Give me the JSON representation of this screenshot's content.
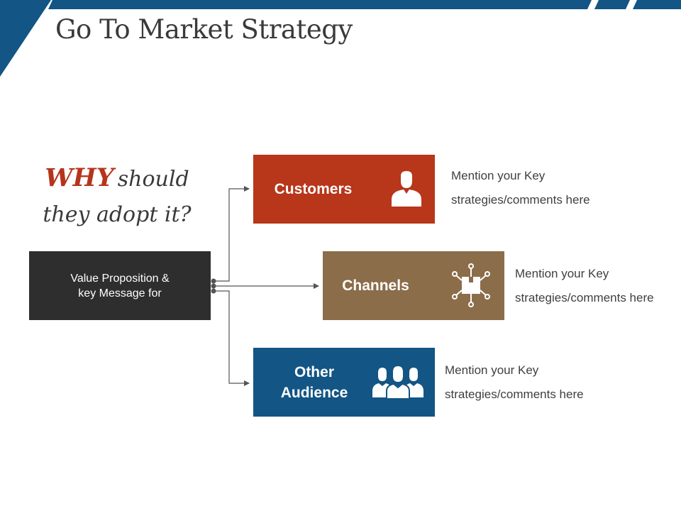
{
  "slide": {
    "title": "Go To Market Strategy"
  },
  "why": {
    "emphasis": "WHY",
    "rest_line1": "should",
    "line2": "they adopt it?"
  },
  "source": {
    "line1": "Value Proposition &",
    "line2": "key Message for"
  },
  "targets": [
    {
      "label_lines": [
        "Customers"
      ],
      "icon": "person-icon",
      "color": "#b8361a",
      "note_line1": "Mention your Key",
      "note_line2": "strategies/comments here"
    },
    {
      "label_lines": [
        "Channels"
      ],
      "icon": "network-box-icon",
      "color": "#8c6d4a",
      "note_line1": "Mention your Key",
      "note_line2": "strategies/comments here"
    },
    {
      "label_lines": [
        "Other",
        "Audience"
      ],
      "icon": "group-icon",
      "color": "#135584",
      "note_line1": "Mention your Key",
      "note_line2": "strategies/comments here"
    }
  ],
  "colors": {
    "accent_blue": "#135584",
    "accent_red": "#b5351c",
    "source_box": "#2e2e2e"
  }
}
